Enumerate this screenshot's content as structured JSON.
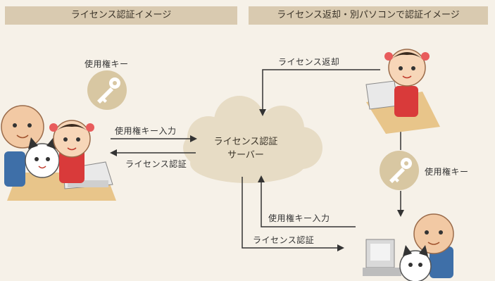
{
  "headers": {
    "left": "ライセンス認証イメージ",
    "right": "ライセンス返却・別パソコンで認証イメージ"
  },
  "labels": {
    "key_top": "使用権キー",
    "key_input_left": "使用権キー入力",
    "license_auth_left": "ライセンス認証",
    "license_return": "ライセンス返却",
    "key_right": "使用権キー",
    "key_input_right": "使用権キー入力",
    "license_auth_bottom": "ライセンス認証"
  },
  "server": {
    "line1": "ライセンス認証",
    "line2": "サーバー"
  },
  "colors": {
    "background": "#f6f1e8",
    "header": "#d9cab0",
    "cloud": "#e7dcc5",
    "key_circle": "#d8c7a2",
    "arrow": "#333333"
  }
}
